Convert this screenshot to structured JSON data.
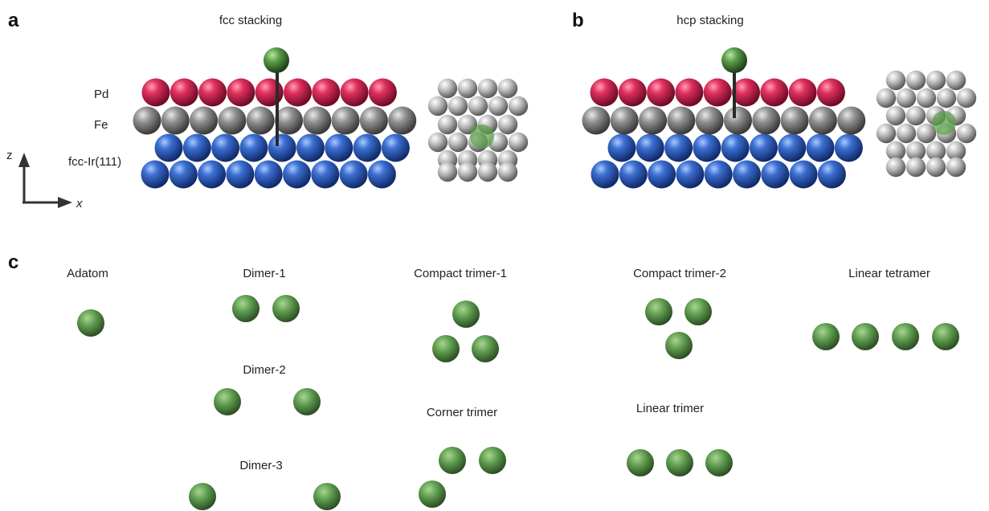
{
  "panels": {
    "a": {
      "letter": "a",
      "title": "fcc stacking",
      "layers": {
        "pd": "Pd",
        "fe": "Fe",
        "substrate": "fcc-Ir(111)"
      }
    },
    "b": {
      "letter": "b",
      "title": "hcp stacking"
    },
    "c": {
      "letter": "c",
      "clusters": {
        "adatom": "Adatom",
        "dimer1": "Dimer-1",
        "dimer2": "Dimer-2",
        "dimer3": "Dimer-3",
        "compact_trimer1": "Compact trimer-1",
        "corner_trimer": "Corner trimer",
        "compact_trimer2": "Compact trimer-2",
        "linear_trimer": "Linear trimer",
        "linear_tetramer": "Linear tetramer"
      }
    }
  },
  "axes": {
    "z": "z",
    "x": "x"
  },
  "colors": {
    "pd": "#c4174a",
    "fe": "#8a8a8a",
    "ir": "#2f5fb8",
    "adatom": "#5aa048",
    "top_view": "#b8b8b8"
  }
}
